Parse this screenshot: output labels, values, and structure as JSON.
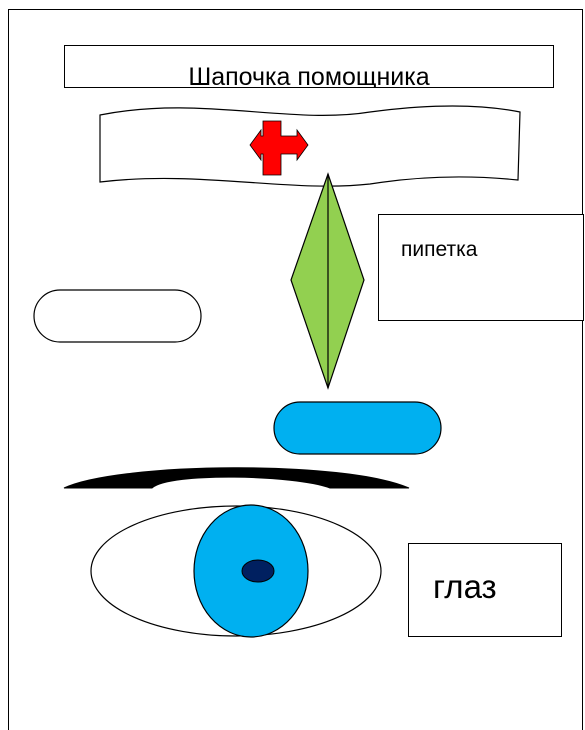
{
  "labels": {
    "cap": "Шапочка  помощника",
    "pipette": "пипетка",
    "eye": "глаз"
  },
  "colors": {
    "pipette_fill": "#92d050",
    "eye_iris": "#00b0f0",
    "pupil": "#002060",
    "cross": "#ff0000",
    "outline": "#000000"
  }
}
